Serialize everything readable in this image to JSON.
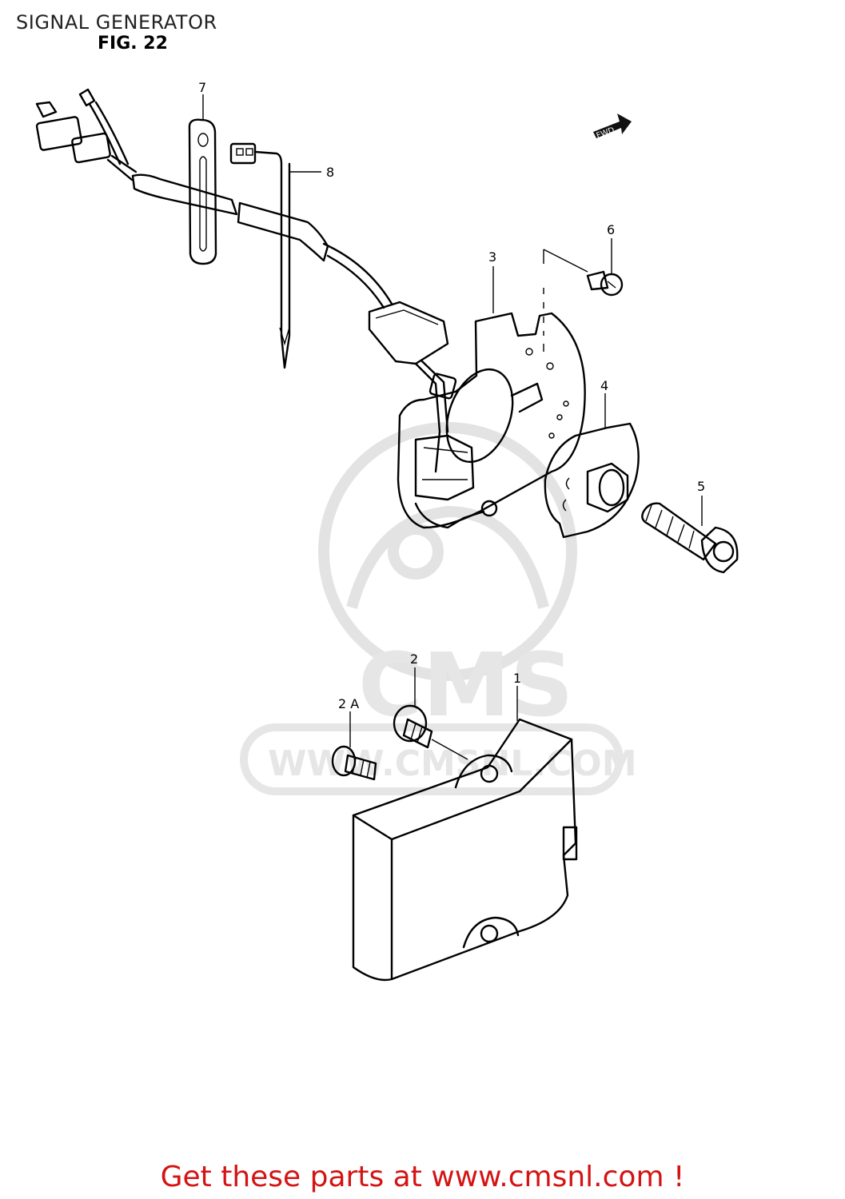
{
  "header": {
    "title": "SIGNAL GENERATOR",
    "figure": "FIG. 22"
  },
  "direction_badge": "FWD",
  "callouts": [
    {
      "id": "1",
      "label": "1"
    },
    {
      "id": "2",
      "label": "2"
    },
    {
      "id": "2a",
      "label": "2 A"
    },
    {
      "id": "3",
      "label": "3"
    },
    {
      "id": "4",
      "label": "4"
    },
    {
      "id": "5",
      "label": "5"
    },
    {
      "id": "6",
      "label": "6"
    },
    {
      "id": "7",
      "label": "7"
    },
    {
      "id": "8",
      "label": "8"
    }
  ],
  "watermark": {
    "brand": "CMS",
    "url": "WWW.CMSNL.COM"
  },
  "footer": {
    "promo": "Get these parts at www.cmsnl.com !"
  }
}
